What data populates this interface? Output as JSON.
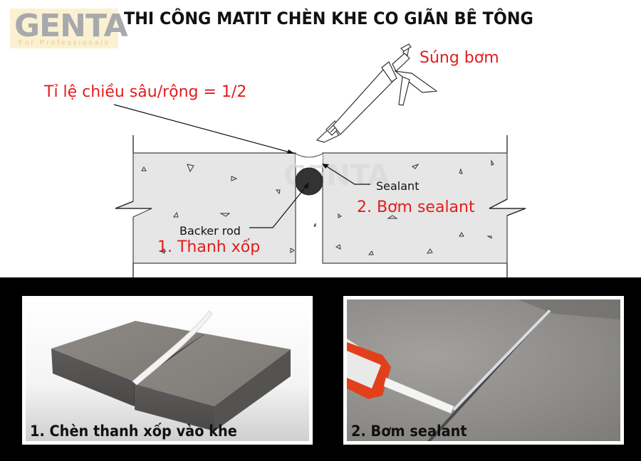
{
  "logo": {
    "brand": "GENTA",
    "tagline": "For Professionals"
  },
  "title": "THI CÔNG MATIT CHÈN KHE CO GIÃN BÊ TÔNG",
  "diagram": {
    "labels": {
      "ratio": "Tỉ lệ chiều sâu/rộng = 1/2",
      "gun": "Súng bơm",
      "sealant_en": "Sealant",
      "sealant_vi": "2. Bơm sealant",
      "backer_en": "Backer rod",
      "backer_vi": "1. Thanh xốp",
      "watermark": "GENTA"
    },
    "colors": {
      "annotation_red": "#e31c1c",
      "concrete_fill": "#e6e6e6",
      "backer_rod": "#333333"
    }
  },
  "photos": [
    {
      "caption": "1. Chèn thanh xốp vào khe",
      "subject": "concrete blocks with backer rod"
    },
    {
      "caption": "2. Bơm sealant",
      "subject": "caulking gun applying sealant to joint"
    }
  ]
}
